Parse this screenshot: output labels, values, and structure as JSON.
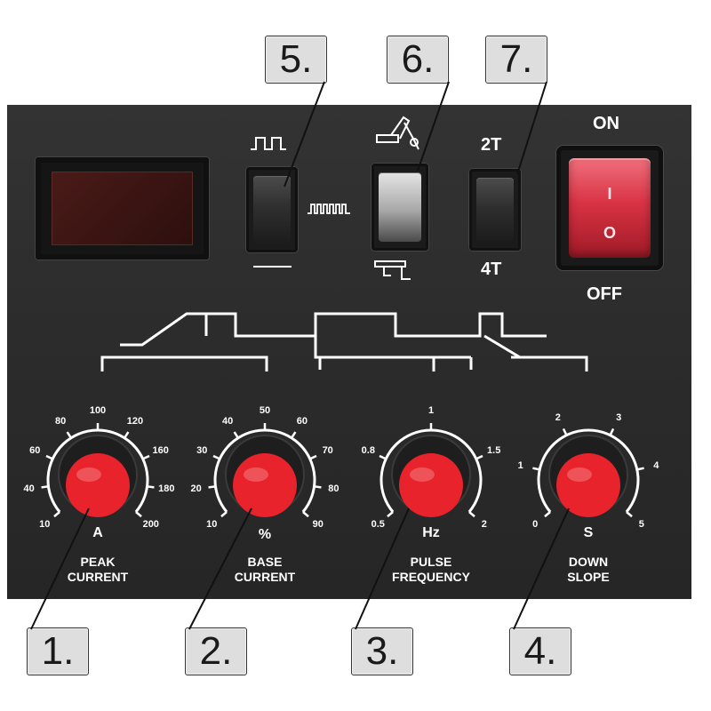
{
  "callouts": {
    "c1": "1.",
    "c2": "2.",
    "c3": "3.",
    "c4": "4.",
    "c5": "5.",
    "c6": "6.",
    "c7": "7."
  },
  "switch_trigger": {
    "top": "2T",
    "bottom": "4T"
  },
  "power": {
    "on": "ON",
    "off": "OFF",
    "rocker_top": "I",
    "rocker_bottom": "O"
  },
  "knobs": {
    "peak_current": {
      "scale": [
        "10",
        "40",
        "60",
        "80",
        "100",
        "120",
        "160",
        "180",
        "200"
      ],
      "unit": "A",
      "title_1": "PEAK",
      "title_2": "CURRENT"
    },
    "base_current": {
      "scale": [
        "10",
        "20",
        "30",
        "40",
        "50",
        "60",
        "70",
        "80",
        "90"
      ],
      "unit": "%",
      "title_1": "BASE",
      "title_2": "CURRENT"
    },
    "pulse_frequency": {
      "scale": [
        "0.5",
        "0.8",
        "1",
        "1.5",
        "2"
      ],
      "unit": "Hz",
      "title_1": "PULSE",
      "title_2": "FREQUENCY"
    },
    "down_slope": {
      "scale": [
        "0",
        "1",
        "2",
        "3",
        "4",
        "5"
      ],
      "unit": "S",
      "title_1": "DOWN",
      "title_2": "SLOPE"
    }
  },
  "colors": {
    "panel": "#2c2c2c",
    "knob": "#e8232b",
    "power_rocker": "#d83344",
    "callout_box": "#dedede"
  },
  "icons": {
    "pulse_wide": "pulse-waveform-icon",
    "pulse_fast": "fast-pulse-waveform-icon",
    "dc_line": "dc-line-icon",
    "tig_torch": "tig-torch-icon",
    "mma_holder": "electrode-holder-icon"
  }
}
